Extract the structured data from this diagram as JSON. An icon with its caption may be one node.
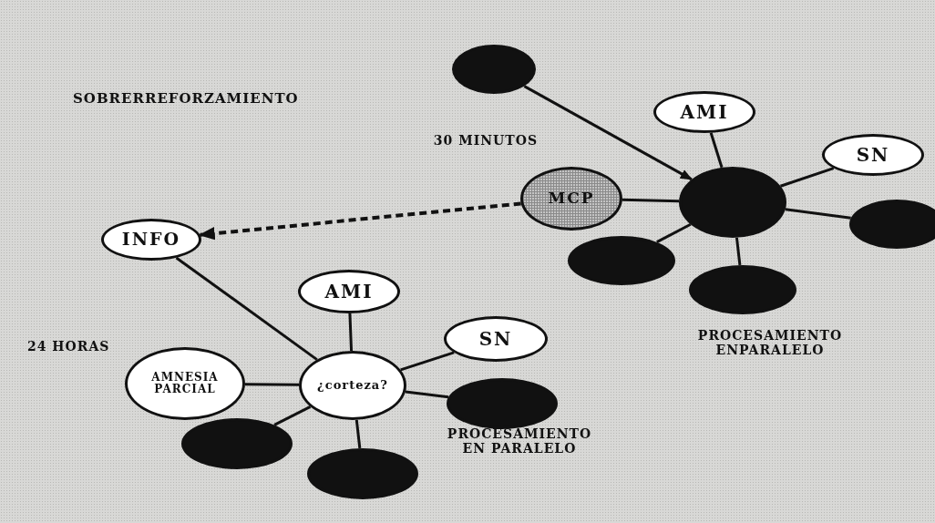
{
  "diagram": {
    "title": "SOBRERREFORZAMIENTO",
    "nodes": [
      {
        "text": [],
        "shape": "ellipse"
      },
      {
        "text": [
          "AMI"
        ]
      },
      {
        "text": [
          "SN"
        ]
      },
      {
        "text": [
          "MCP"
        ],
        "beside": [
          "30 MINUTOS"
        ]
      },
      {
        "text": [],
        "shape": "ellipse"
      },
      {
        "text": [],
        "shape": "ellipse"
      },
      {
        "text": [],
        "shape": "ellipse"
      },
      {
        "text": [],
        "shape": "ellipse"
      },
      {
        "text": [
          "INFO"
        ]
      },
      {
        "text": [
          "AMI"
        ]
      },
      {
        "text": [
          "SN"
        ]
      },
      {
        "text": [
          "AMNESIA PARCIAL"
        ],
        "beside": [
          "24 HORAS"
        ]
      },
      {
        "text": [
          "¿corteza?"
        ]
      },
      {
        "text": [],
        "shape": "ellipse"
      },
      {
        "text": [],
        "shape": "ellipse"
      },
      {
        "text": [],
        "shape": "ellipse"
      }
    ],
    "edges": [
      {
        "from": 0,
        "to": 4,
        "arrow": "to"
      },
      {
        "from": 1,
        "to": 4,
        "arrow": "none"
      },
      {
        "from": 2,
        "to": 4,
        "arrow": "none"
      },
      {
        "from": 3,
        "to": 4,
        "arrow": "none"
      },
      {
        "from": 5,
        "to": 4,
        "arrow": "none"
      },
      {
        "from": 6,
        "to": 4,
        "arrow": "none"
      },
      {
        "from": 7,
        "to": 4,
        "arrow": "none"
      },
      {
        "from": 3,
        "to": 8,
        "arrow": "to",
        "style": "dashed"
      },
      {
        "from": 8,
        "to": 12,
        "arrow": "none"
      },
      {
        "from": 9,
        "to": 12,
        "arrow": "none"
      },
      {
        "from": 10,
        "to": 12,
        "arrow": "none"
      },
      {
        "from": 11,
        "to": 12,
        "arrow": "none"
      },
      {
        "from": 13,
        "to": 12,
        "arrow": "none"
      },
      {
        "from": 14,
        "to": 12,
        "arrow": "none"
      },
      {
        "from": 15,
        "to": 12,
        "arrow": "none"
      }
    ],
    "labels": [
      "PROCESAMIENTO ENPARALELO",
      "PROCESAMIENTO EN PARALELO"
    ]
  }
}
